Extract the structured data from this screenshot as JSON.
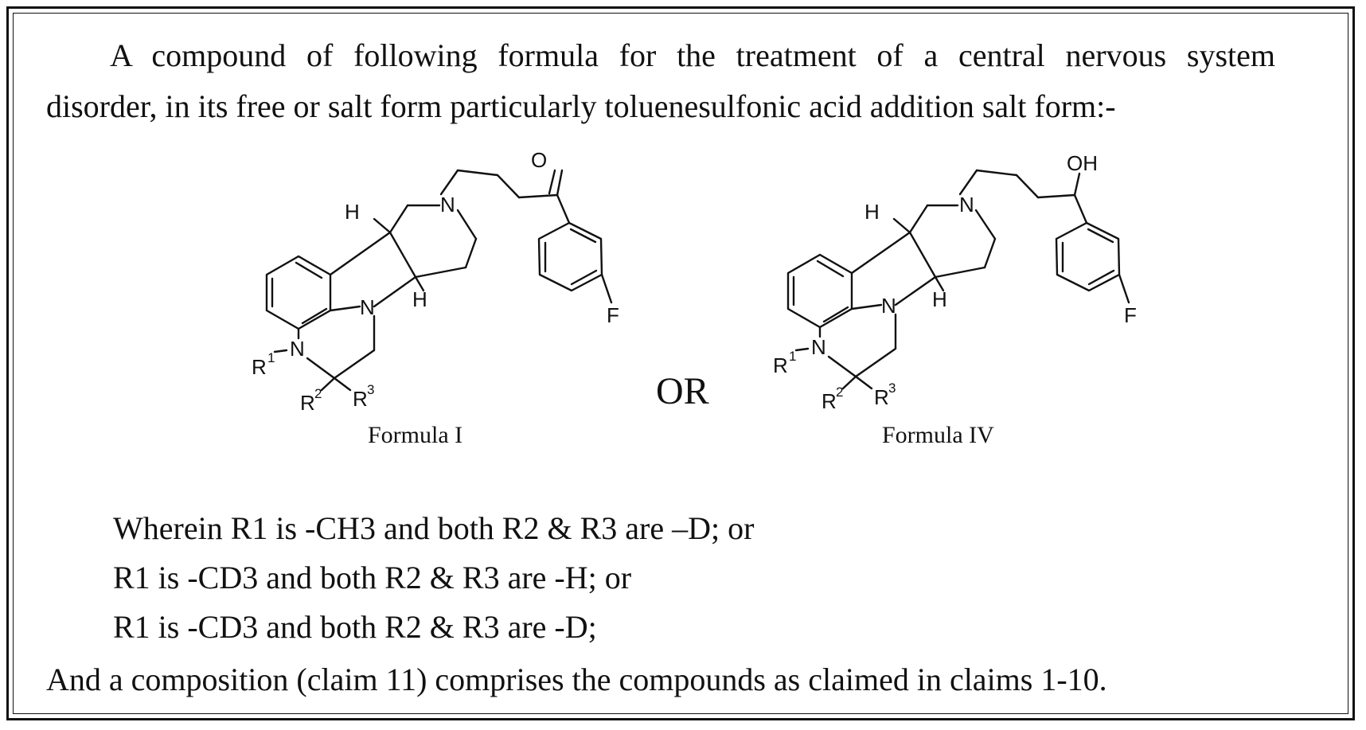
{
  "intro": {
    "line1": "A compound of following formula for the treatment of a central nervous system",
    "line2": "disorder, in its free or salt form particularly toluenesulfonic acid addition salt form:-"
  },
  "formula_i": {
    "caption": "Formula I",
    "carbonyl_label": "O",
    "amine_label": "N",
    "ring_n_label": "N",
    "r1_n_label": "N",
    "fluoro_label": "F",
    "h_top_label": "H",
    "h_bottom_label": "H",
    "r1_label": "R",
    "r1_sup": "1",
    "r2_label": "R",
    "r2_sup": "2",
    "r3_label": "R",
    "r3_sup": "3"
  },
  "separator": {
    "label": "OR"
  },
  "formula_iv": {
    "caption": "Formula IV",
    "hydroxyl_label": "OH",
    "amine_label": "N",
    "ring_n_label": "N",
    "r1_n_label": "N",
    "fluoro_label": "F",
    "h_top_label": "H",
    "h_bottom_label": "H",
    "r1_label": "R",
    "r1_sup": "1",
    "r2_label": "R",
    "r2_sup": "2",
    "r3_label": "R",
    "r3_sup": "3"
  },
  "conditions": {
    "line1": "Wherein R1 is -CH3 and both R2 & R3 are –D; or",
    "line2": "R1 is -CD3 and both R2 & R3 are -H; or",
    "line3": "R1 is -CD3 and both R2 & R3 are -D;"
  },
  "closing": {
    "text": "And a composition (claim 11) comprises the compounds as claimed in claims 1-10."
  }
}
